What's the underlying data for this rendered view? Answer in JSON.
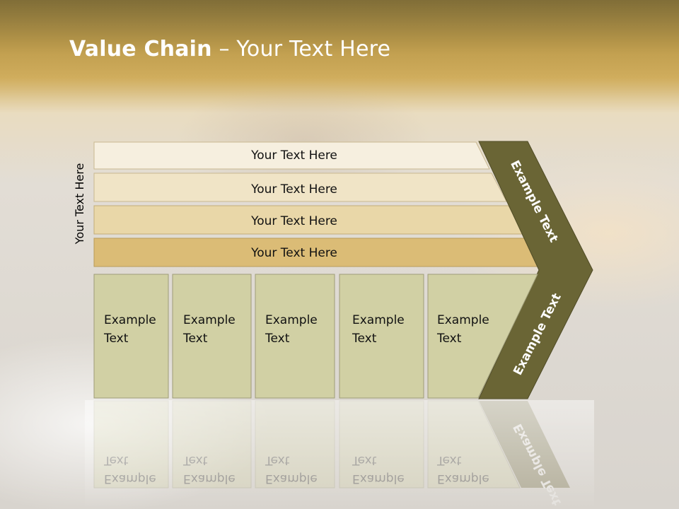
{
  "title": {
    "bold": "Value Chain",
    "rest": " – Your Text Here"
  },
  "side_label": "Your Text Here",
  "rows": [
    {
      "label": "Your Text Here",
      "fill": "#f6efdf"
    },
    {
      "label": "Your Text Here",
      "fill": "#f0e4c6"
    },
    {
      "label": "Your Text Here",
      "fill": "#e9d7a8"
    },
    {
      "label": "Your Text Here",
      "fill": "#dbbc76"
    }
  ],
  "cells": [
    {
      "line1": "Example",
      "line2": "Text"
    },
    {
      "line1": "Example",
      "line2": "Text"
    },
    {
      "line1": "Example",
      "line2": "Text"
    },
    {
      "line1": "Example",
      "line2": "Text"
    },
    {
      "line1": "Example",
      "line2": "Text"
    }
  ],
  "chevron": {
    "upper": "Example Text",
    "lower": "Example Text",
    "color": "#6a6535"
  },
  "colors": {
    "cell_fill": "#d1d0a4",
    "cell_stroke": "#9e9c78"
  }
}
